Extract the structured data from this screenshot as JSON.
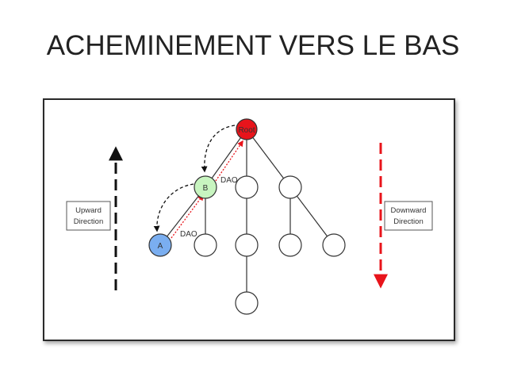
{
  "slide": {
    "title": "ACHEMINEMENT VERS LE BAS"
  },
  "diagram": {
    "nodes": {
      "root": "Root",
      "b": "B",
      "a": "A"
    },
    "edge_labels": {
      "dao_upper": "DAO",
      "dao_lower": "DAO"
    },
    "upward_box": {
      "line1": "Upward",
      "line2": "Direction"
    },
    "downward_box": {
      "line1": "Downward",
      "line2": "Direction"
    },
    "colors": {
      "root_fill": "#e8141b",
      "b_fill": "#c8f5c0",
      "a_fill": "#7aaef0",
      "downward_arrow": "#e8141b",
      "upward_arrow": "#111111"
    }
  }
}
